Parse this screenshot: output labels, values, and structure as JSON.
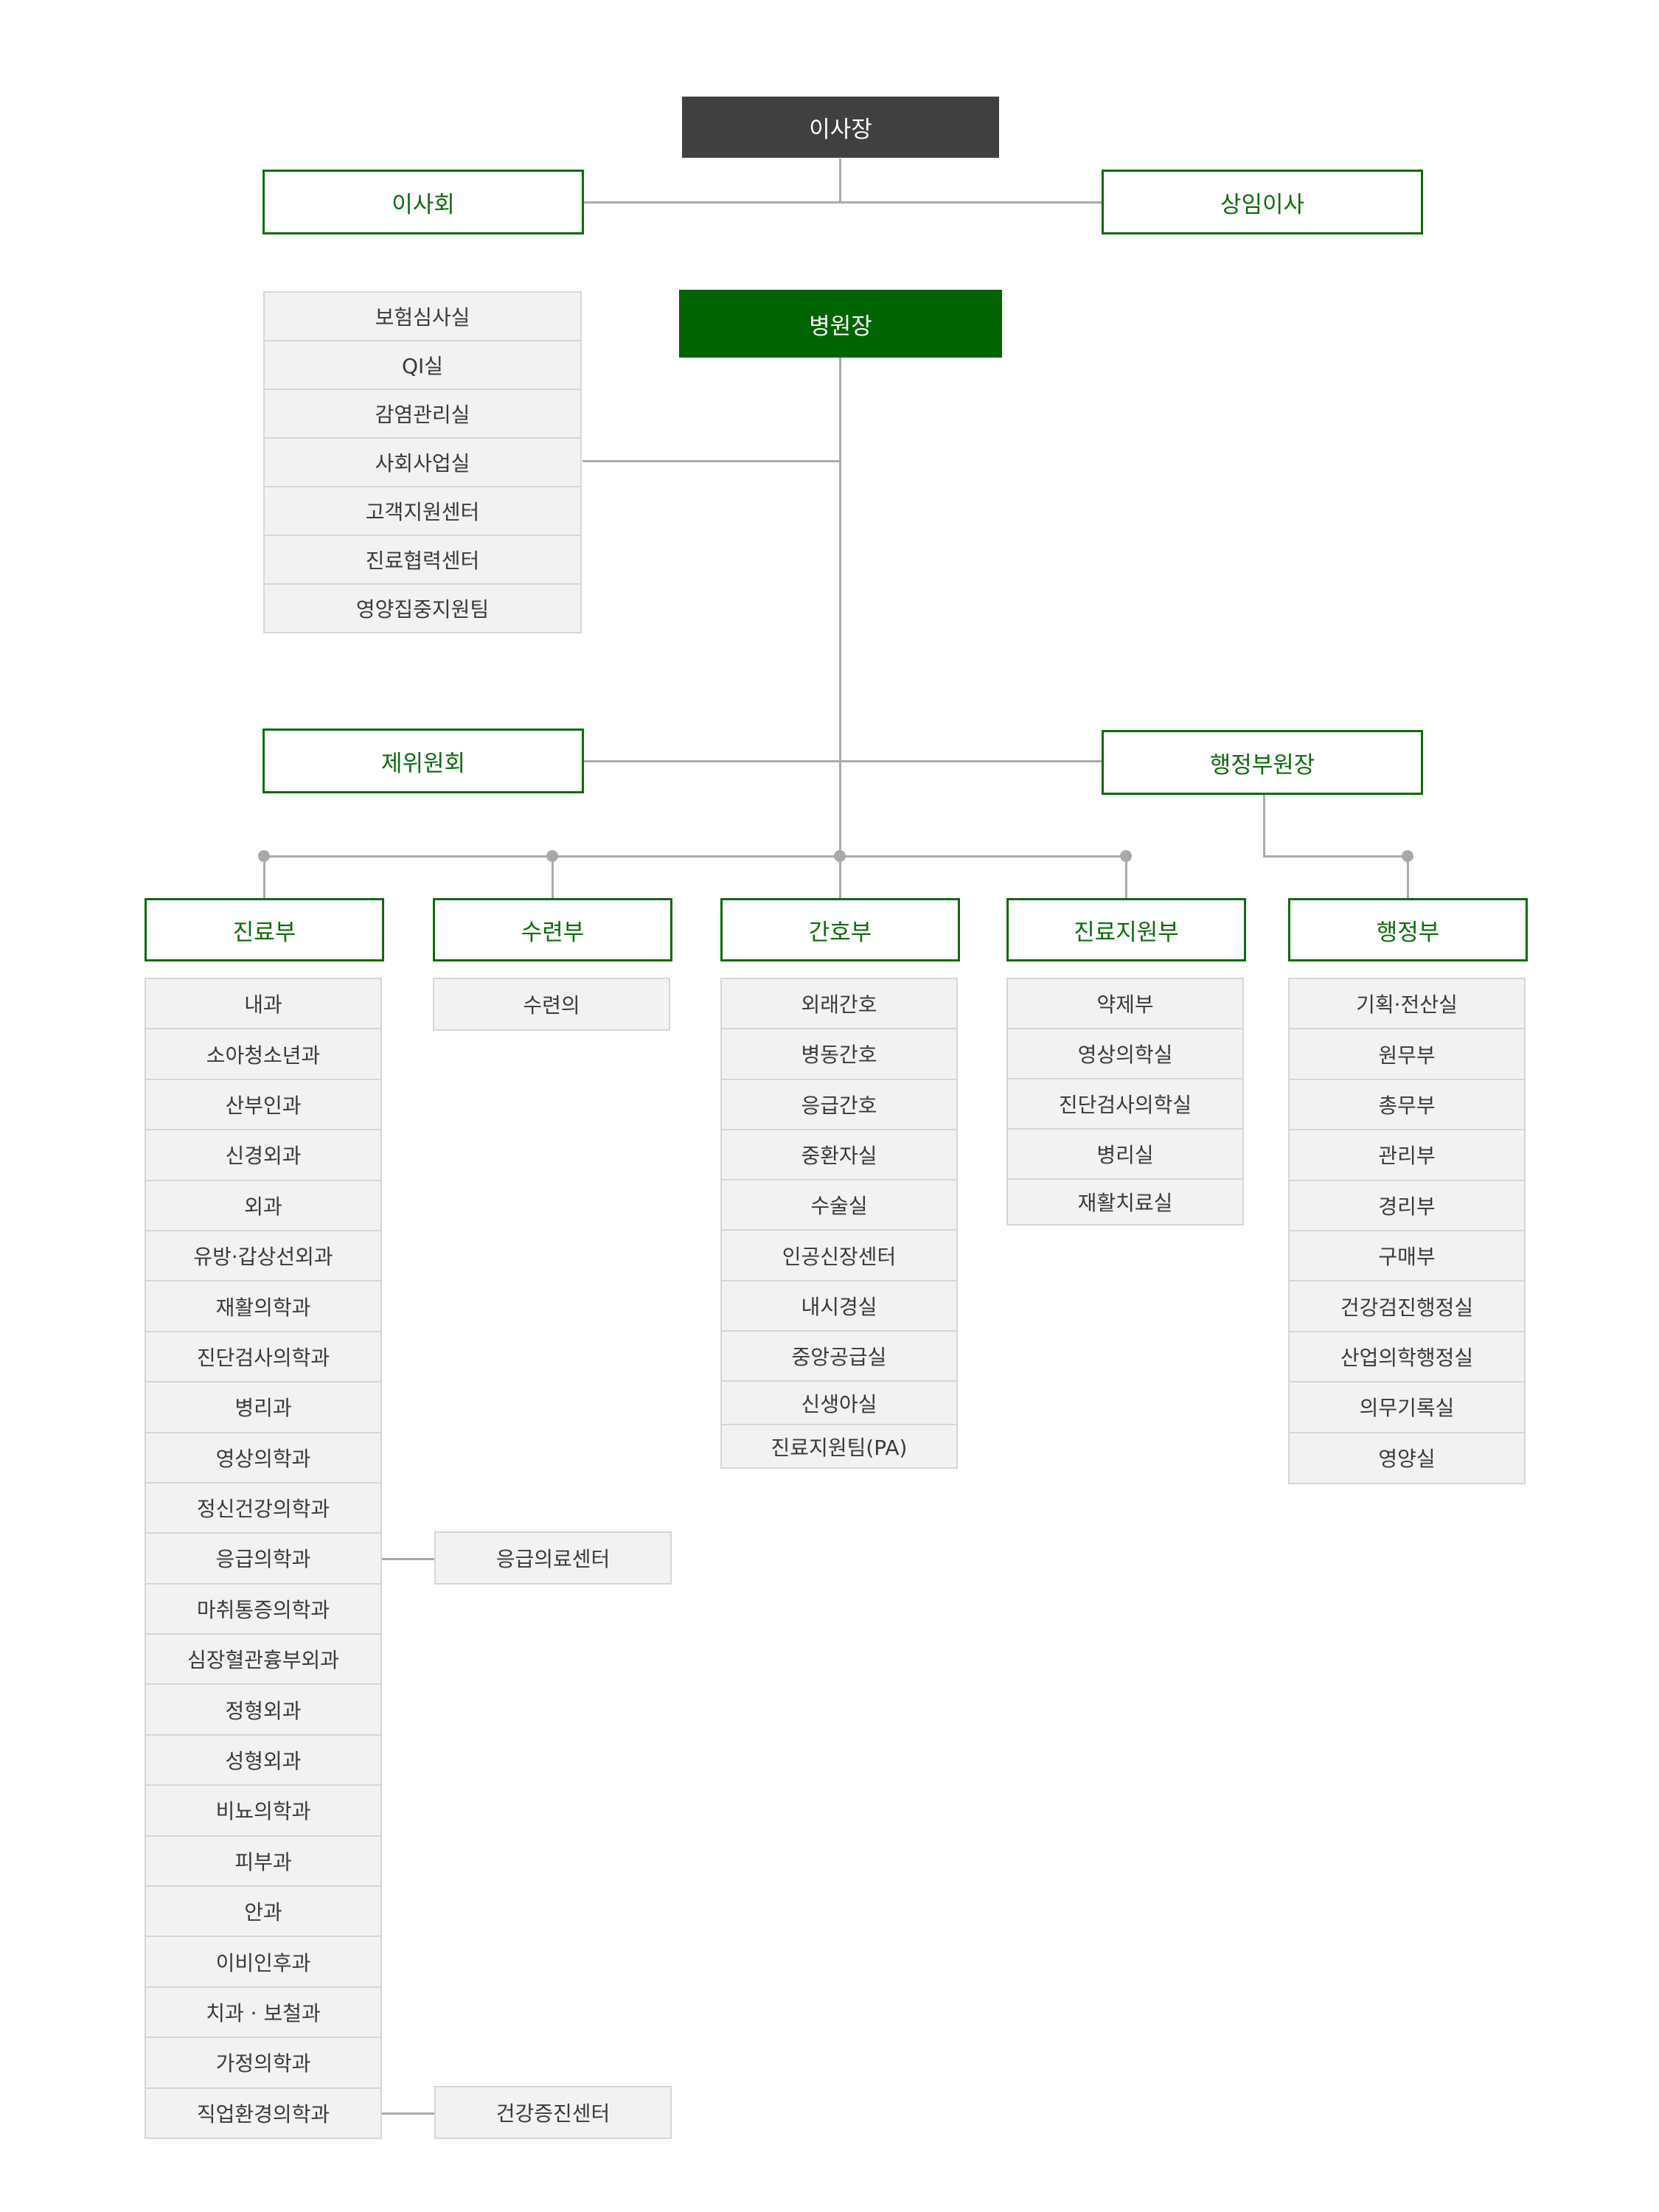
{
  "chairman": "이사장",
  "board": "이사회",
  "standing_director": "상임이사",
  "director": "병원장",
  "director_offices": [
    "보험심사실",
    "QI실",
    "감염관리실",
    "사회사업실",
    "고객지원센터",
    "진료협력센터",
    "영양집중지원팀"
  ],
  "committees": "제위원회",
  "admin_vp": "행정부원장",
  "departments": [
    {
      "title": "진료부",
      "items": [
        "내과",
        "소아청소년과",
        "산부인과",
        "신경외과",
        "외과",
        "유방·갑상선외과",
        "재활의학과",
        "진단검사의학과",
        "병리과",
        "영상의학과",
        "정신건강의학과",
        "응급의학과",
        "마취통증의학과",
        "심장혈관흉부외과",
        "정형외과",
        "성형외과",
        "비뇨의학과",
        "피부과",
        "안과",
        "이비인후과",
        "치과 · 보철과",
        "가정의학과",
        "직업환경의학과"
      ]
    },
    {
      "title": "수련부",
      "items": [
        "수련의"
      ]
    },
    {
      "title": "간호부",
      "items": [
        "외래간호",
        "병동간호",
        "응급간호",
        "중환자실",
        "수술실",
        "인공신장센터",
        "내시경실",
        "중앙공급실",
        "신생아실",
        "진료지원팀(PA)"
      ]
    },
    {
      "title": "진료지원부",
      "items": [
        "약제부",
        "영상의학실",
        "진단검사의학실",
        "병리실",
        "재활치료실"
      ]
    },
    {
      "title": "행정부",
      "items": [
        "기획·전산실",
        "원무부",
        "총무부",
        "관리부",
        "경리부",
        "구매부",
        "건강검진행정실",
        "산업의학행정실",
        "의무기록실",
        "영양실"
      ]
    }
  ],
  "emergency_center": "응급의료센터",
  "health_center": "건강증진센터"
}
